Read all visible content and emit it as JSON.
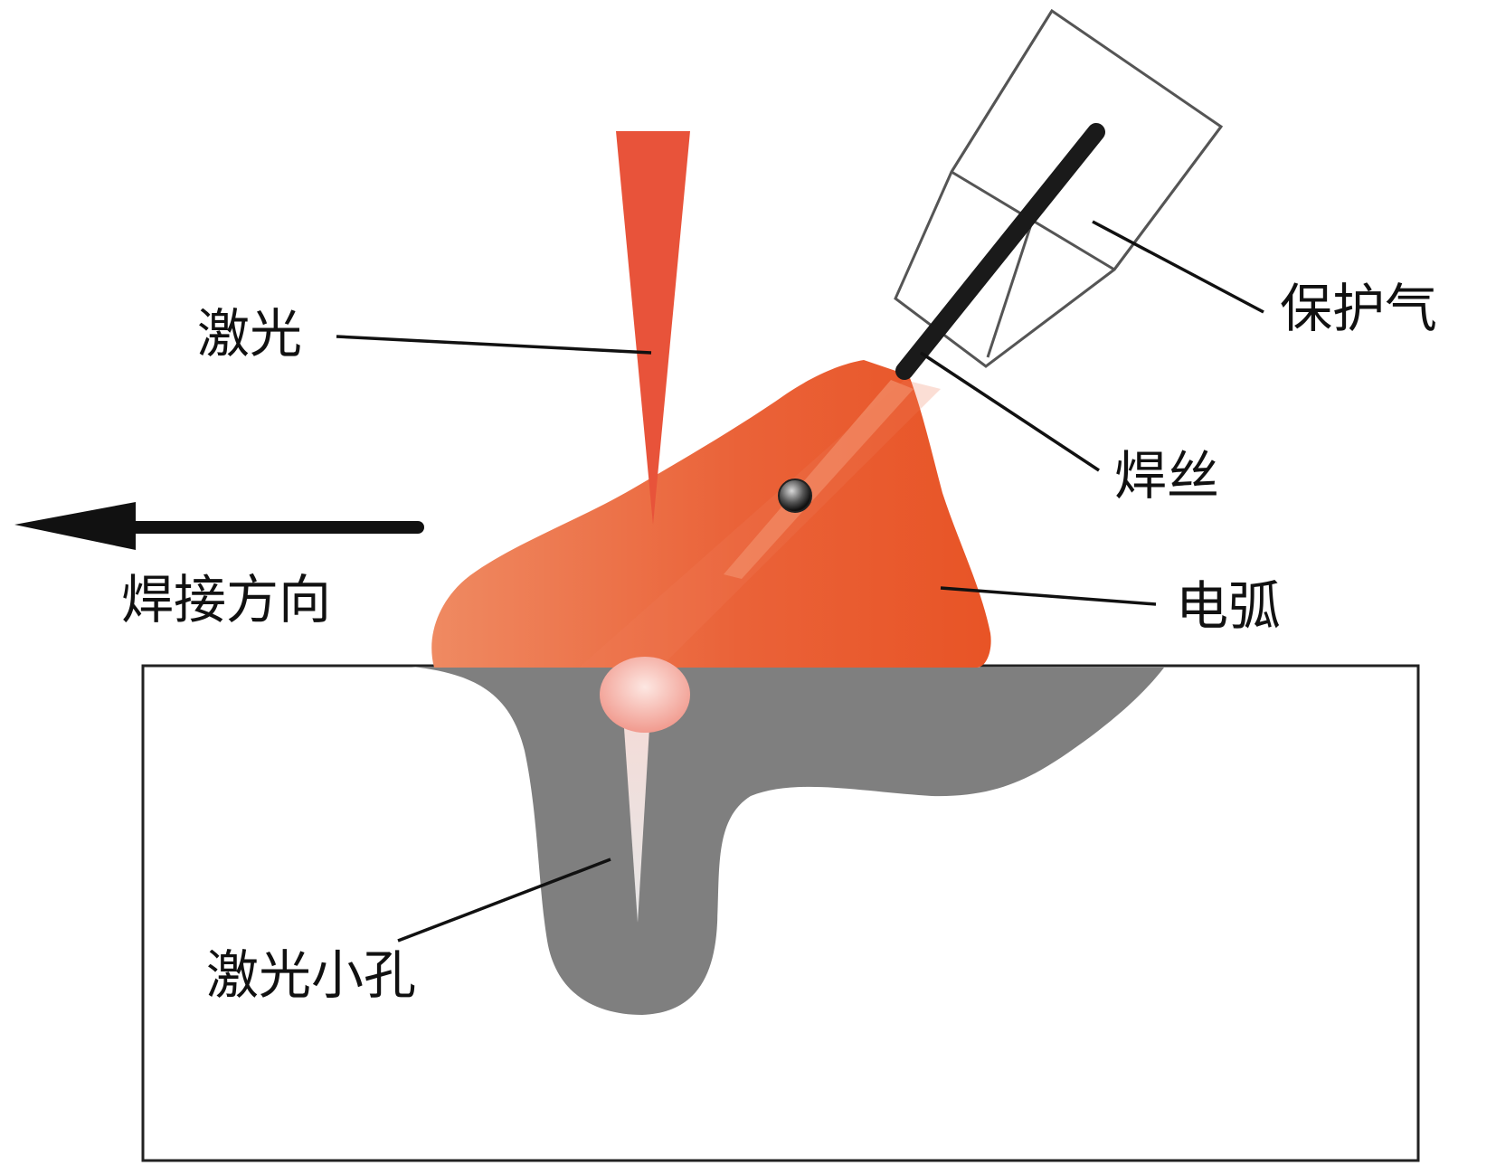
{
  "labels": {
    "laser": "激光",
    "shielding_gas": "保护气",
    "wire": "焊丝",
    "arc": "电弧",
    "welding_direction": "焊接方向",
    "keyhole": "激光小孔"
  },
  "colors": {
    "laser_beam": "#e8533a",
    "arc": "#e85a30",
    "arc_light": "#ef8860",
    "weld_pool": "#7f7f7f",
    "workpiece_border": "#222222",
    "torch_outline": "#555555",
    "wire": "#1a1a1a",
    "label_text": "#111111"
  }
}
